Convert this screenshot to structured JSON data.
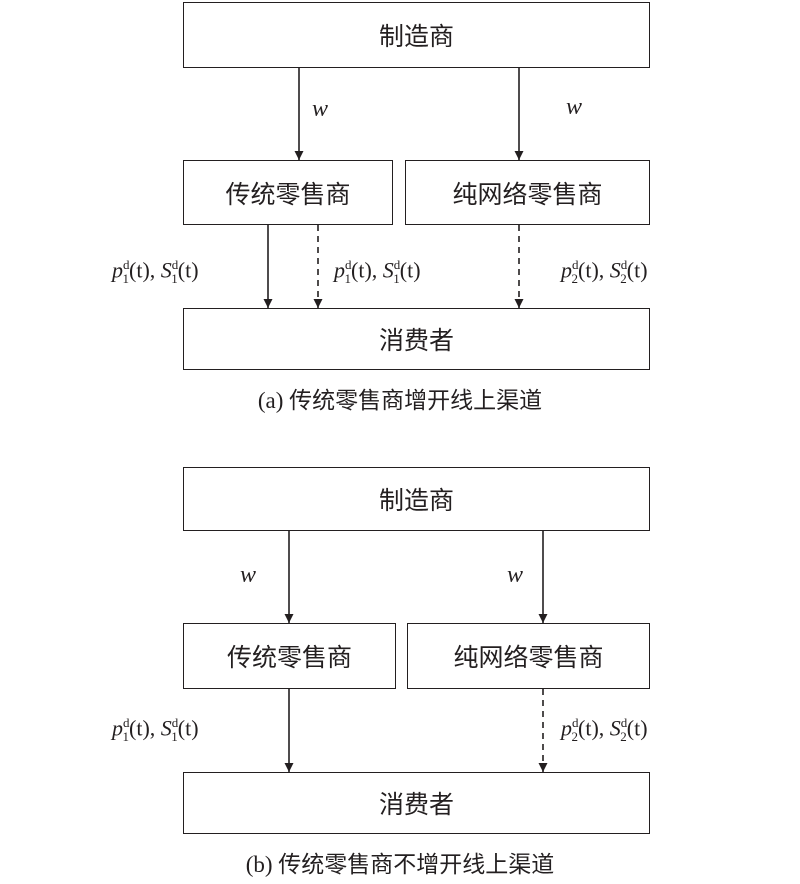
{
  "diagram_a": {
    "manufacturer": "制造商",
    "traditional_retailer": "传统零售商",
    "online_retailer": "纯网络零售商",
    "consumer": "消费者",
    "w_left": "w",
    "w_right": "w",
    "edge_left_solid": {
      "p": "p",
      "sup": "d",
      "sub": "1",
      "t": "(t), ",
      "S": "S",
      "Ssup": "d",
      "Ssub": "1",
      "t2": "(t)"
    },
    "edge_left_dashed": {
      "p": "p",
      "sup": "d",
      "sub": "1",
      "t": "(t), ",
      "S": "S",
      "Ssup": "d",
      "Ssub": "1",
      "t2": "(t)"
    },
    "edge_right_dashed": {
      "p": "p",
      "sup": "d",
      "sub": "2",
      "t": "(t), ",
      "S": "S",
      "Ssup": "d",
      "Ssub": "2",
      "t2": "(t)"
    },
    "caption_prefix": "(a) ",
    "caption_text": "传统零售商增开线上渠道"
  },
  "diagram_b": {
    "manufacturer": "制造商",
    "traditional_retailer": "传统零售商",
    "online_retailer": "纯网络零售商",
    "consumer": "消费者",
    "w_left": "w",
    "w_right": "w",
    "edge_left_solid": {
      "p": "p",
      "sup": "d",
      "sub": "1",
      "t": "(t), ",
      "S": "S",
      "Ssup": "d",
      "Ssub": "1",
      "t2": "(t)"
    },
    "edge_right_dashed": {
      "p": "p",
      "sup": "d",
      "sub": "2",
      "t": "(t), ",
      "S": "S",
      "Ssup": "d",
      "Ssub": "2",
      "t2": "(t)"
    },
    "caption_prefix": "(b) ",
    "caption_text": "传统零售商不增开线上渠道"
  }
}
